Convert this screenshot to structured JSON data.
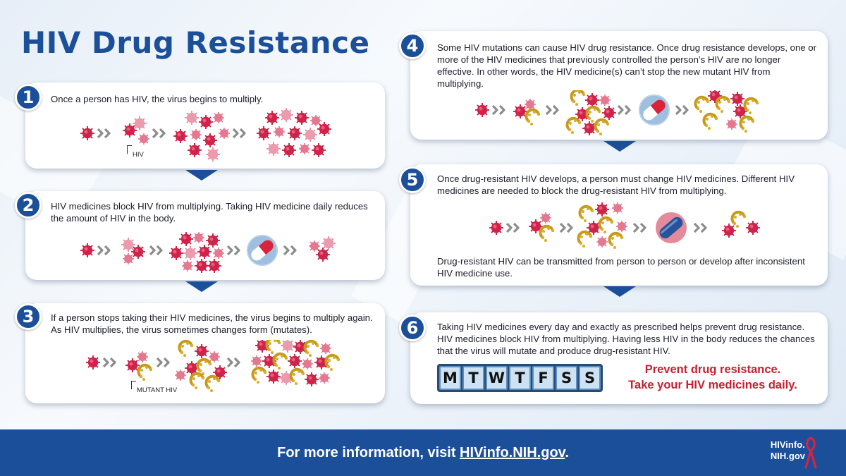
{
  "title": "HIV Drug Resistance",
  "steps": [
    {
      "number": "1",
      "text": "Once a person has HIV, the virus begins to multiply.",
      "label": "HIV"
    },
    {
      "number": "2",
      "text": "HIV medicines block HIV from multiplying. Taking HIV medicine daily reduces the amount of HIV in the body."
    },
    {
      "number": "3",
      "text": "If a person stops taking their HIV medicines, the virus begins to multiply again. As HIV multiplies, the virus sometimes changes form (mutates).",
      "label": "MUTANT HIV"
    },
    {
      "number": "4",
      "text": "Some HIV mutations can cause HIV drug resistance. Once drug resistance develops, one or more of the HIV medicines that previously controlled the person’s HIV are no longer effective. In other words, the HIV medicine(s) can’t stop the new mutant HIV from multiplying."
    },
    {
      "number": "5",
      "text": "Once drug-resistant HIV develops, a person must change HIV medicines. Different HIV medicines are needed to block the drug-resistant HIV from multiplying.",
      "note": "Drug-resistant HIV can be transmitted from person to person or develop after inconsistent HIV medicine use."
    },
    {
      "number": "6",
      "text": "Taking HIV medicines every day and exactly as prescribed helps prevent drug resistance. HIV medicines block HIV from multiplying. Having less HIV in the body reduces the chances that the virus will mutate and produce drug-resistant HIV."
    }
  ],
  "pillbox_days": [
    "M",
    "T",
    "W",
    "T",
    "F",
    "S",
    "S"
  ],
  "cta": {
    "line1": "Prevent drug resistance.",
    "line2": "Take your HIV medicines daily."
  },
  "footer": {
    "prefix": "For more information, visit ",
    "link": "HIVinfo.NIH.gov",
    "suffix": "."
  },
  "logo": {
    "line1": "HIVinfo.",
    "line2": "NIH.gov"
  },
  "colors": {
    "brand_blue": "#1c4f9a",
    "virus_red": "#d0234a",
    "virus_pink": "#e8849b",
    "mutant_gold": "#c89a1a",
    "cta_red": "#c8202f"
  },
  "icons": [
    "virus-icon",
    "mutant-virus-icon",
    "pill-icon",
    "chevron-right-icon",
    "arrow-down-icon",
    "red-ribbon-icon"
  ]
}
